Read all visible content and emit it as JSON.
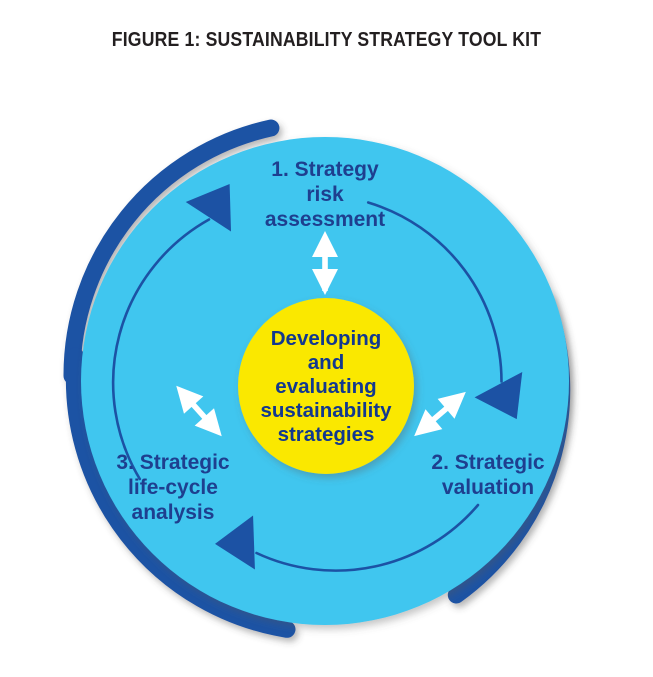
{
  "figure": {
    "title": "FIGURE 1: SUSTAINABILITY STRATEGY TOOL KIT",
    "type": "cyclical-process-diagram"
  },
  "colors": {
    "background": "#ffffff",
    "title_text": "#231f20",
    "inner_disc": "#3fc6ef",
    "outer_ring": "#1c52a4",
    "center_circle": "#fae800",
    "label_text": "#1e3f8f",
    "center_text": "#12388f",
    "flow_arrow": "#1c52a4",
    "link_arrow": "#ffffff"
  },
  "center": {
    "name": "center-hub",
    "lines": [
      "Developing",
      "and",
      "evaluating",
      "sustainability",
      "strategies"
    ],
    "text": "Developing and evaluating sustainability strategies"
  },
  "steps": [
    {
      "number": "1.",
      "title": "Strategy risk assessment",
      "lines": [
        "1. Strategy",
        "risk",
        "assessment"
      ],
      "position": "top"
    },
    {
      "number": "2.",
      "title": "Strategic valuation",
      "lines": [
        "2. Strategic",
        "valuation"
      ],
      "position": "bottom-right"
    },
    {
      "number": "3.",
      "title": "Strategic life-cycle analysis",
      "lines": [
        "3. Strategic",
        "life-cycle",
        "analysis"
      ],
      "position": "bottom-left"
    }
  ],
  "connectors": [
    {
      "name": "link-center-to-step-1",
      "style": "white-double-headed-arrow",
      "from": "center",
      "to": "1. Strategy risk assessment"
    },
    {
      "name": "link-center-to-step-2",
      "style": "white-double-headed-arrow",
      "from": "center",
      "to": "2. Strategic valuation"
    },
    {
      "name": "link-center-to-step-3",
      "style": "white-double-headed-arrow",
      "from": "center",
      "to": "3. Strategic life-cycle analysis"
    }
  ],
  "flow": {
    "name": "cycle-flow-arrows",
    "direction": "clockwise",
    "segments": [
      {
        "name": "flow-arc-to-step-1",
        "points_to": "1. Strategy risk assessment"
      },
      {
        "name": "flow-arc-to-step-2",
        "points_to": "2. Strategic valuation"
      },
      {
        "name": "flow-arc-to-step-3",
        "points_to": "3. Strategic life-cycle analysis"
      }
    ]
  },
  "ring": {
    "name": "outer-ring",
    "segment_count": 3,
    "note": "three thick rounded arc segments separated by gaps"
  }
}
